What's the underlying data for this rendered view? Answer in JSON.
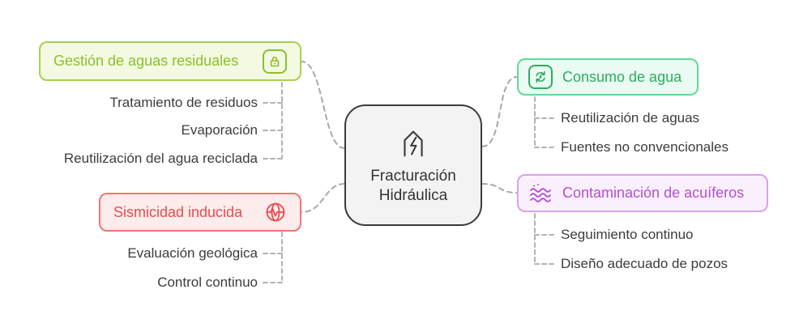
{
  "center": {
    "icon": "fracking-house-icon",
    "title_line1": "Fracturación",
    "title_line2": "Hidráulica"
  },
  "branches": {
    "wastewater": {
      "label": "Gestión de aguas residuales",
      "icon": "lock-recycle-icon",
      "text_color": "#8cbf2f",
      "border_color": "#a9cf54",
      "bg_color": "#f3fae1",
      "children": [
        "Tratamiento de residuos",
        "Evaporación",
        "Reutilización del agua reciclada"
      ]
    },
    "seismicity": {
      "label": "Sismicidad inducida",
      "icon": "globe-seismic-icon",
      "text_color": "#ea4b4b",
      "border_color": "#f07575",
      "bg_color": "#fdecec",
      "children": [
        "Evaluación geológica",
        "Control continuo"
      ]
    },
    "water_consumption": {
      "label": "Consumo de agua",
      "icon": "water-recycle-icon",
      "text_color": "#2eac5f",
      "border_color": "#62d898",
      "bg_color": "#e9fbf2",
      "children": [
        "Reutilización de aguas",
        "Fuentes no convencionales"
      ]
    },
    "aquifer_contamination": {
      "label": "Contaminación de acuíferos",
      "icon": "polluted-water-waves-icon",
      "text_color": "#b44fd0",
      "border_color": "#d9a3ea",
      "bg_color": "#faf0fd",
      "children": [
        "Seguimiento continuo",
        "Diseño adecuado de pozos"
      ]
    }
  },
  "palette": {
    "connector": "#a8a8a8",
    "center_border": "#3b3b3b",
    "center_bg": "#f3f3f3",
    "leaf_text": "#3c3c3c"
  }
}
